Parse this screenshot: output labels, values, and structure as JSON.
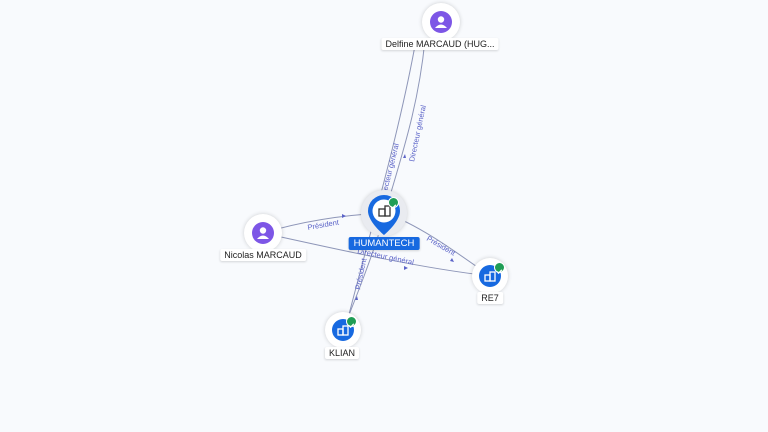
{
  "nodes": {
    "delfine": {
      "label": "Delfine MARCAUD (HUG...",
      "kind": "person",
      "icon": "person-icon"
    },
    "nicolas": {
      "label": "Nicolas MARCAUD",
      "kind": "person",
      "icon": "person-icon"
    },
    "humantech": {
      "label": "HUMANTECH",
      "kind": "company",
      "icon": "building-icon",
      "verified": true
    },
    "re7": {
      "label": "RE7",
      "kind": "company",
      "icon": "building-icon",
      "verified": true
    },
    "klian": {
      "label": "KLIAN",
      "kind": "company",
      "icon": "building-icon",
      "verified": true
    }
  },
  "edges": {
    "delfine_humantech": "Directeur général",
    "delfine_klian": "Directeur général",
    "nicolas_humantech": "Président",
    "nicolas_re7": "Directeur général",
    "humantech_re7": "Président",
    "humantech_klian": "Président"
  },
  "colors": {
    "accent": "#1769e0",
    "person": "#7d56e6",
    "verified": "#1f9d55",
    "edge": "#8e96b8",
    "edge_label": "#5b63c8"
  }
}
